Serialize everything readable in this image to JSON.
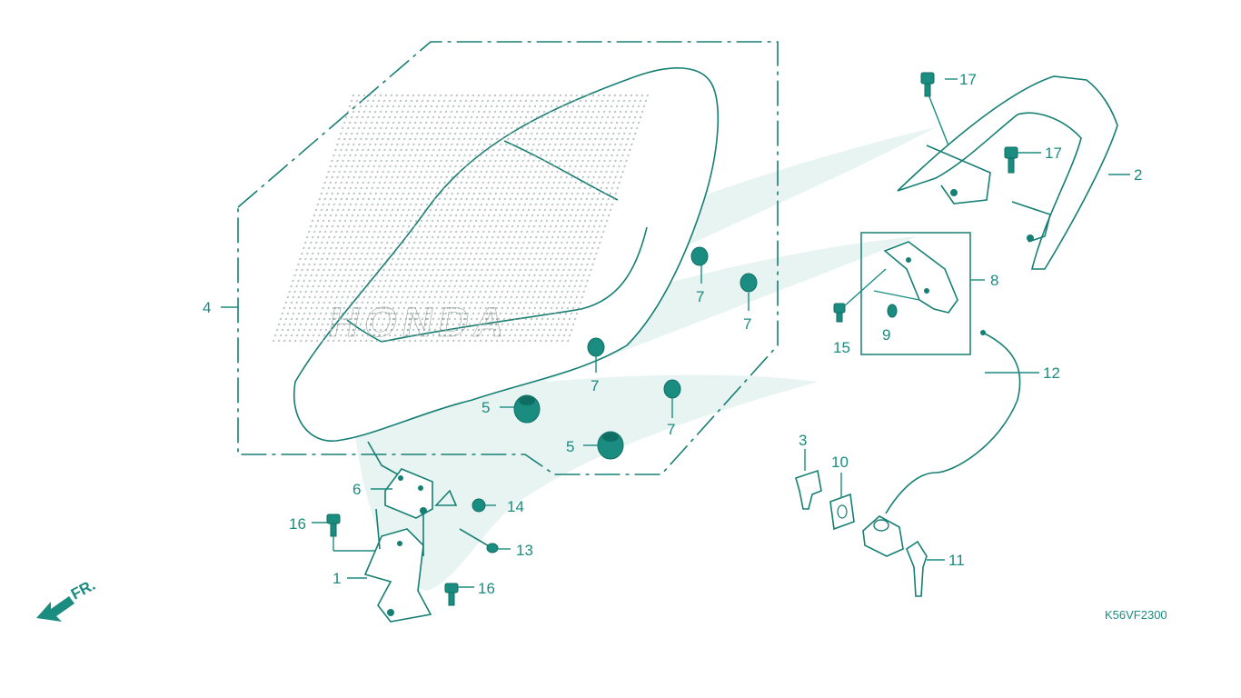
{
  "diagram_code": "K56VF2300",
  "direction_label": "FR.",
  "brand_on_seat": "HONDA",
  "colors": {
    "line": "#167f74",
    "text": "#1a8c80",
    "watermark": "#e7f4f2"
  },
  "callouts": {
    "c1": "1",
    "c2": "2",
    "c3": "3",
    "c4": "4",
    "c5a": "5",
    "c5b": "5",
    "c6": "6",
    "c7a": "7",
    "c7b": "7",
    "c7c": "7",
    "c7d": "7",
    "c8": "8",
    "c9": "9",
    "c10": "10",
    "c11": "11",
    "c12": "12",
    "c13": "13",
    "c14": "14",
    "c15": "15",
    "c16a": "16",
    "c16b": "16",
    "c17a": "17",
    "c17b": "17"
  }
}
